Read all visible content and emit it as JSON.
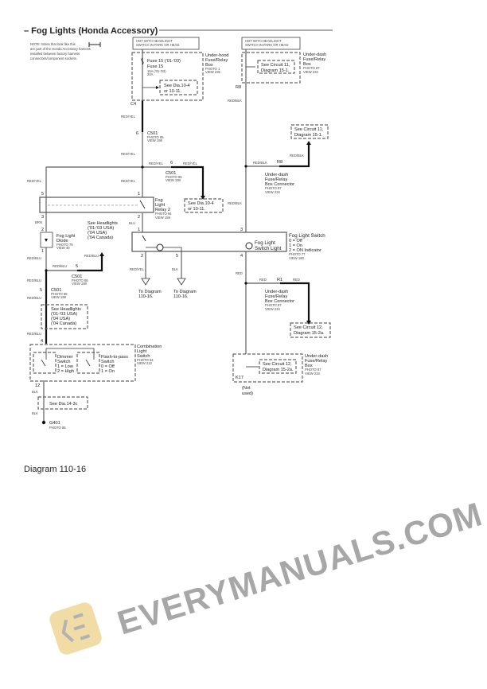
{
  "title": "– Fog Lights (Honda Accessory)",
  "note": [
    "NOTE: Wires that look like this",
    "are part of the Honda Accessory harness",
    "installed between factory harness",
    "connectors/component sockets."
  ],
  "hot_left": [
    "HOT WITH HEADLIGHT",
    "SWITCH IN PARK OR HEAD"
  ],
  "hot_right": [
    "HOT WITH HEADLIGHT",
    "SWITCH IN PARK OR HEAD"
  ],
  "underhood_box": [
    "Under-hood",
    "Fuse/Relay",
    "Box",
    "PHOTO 1",
    "VIEW 235"
  ],
  "fuse": [
    "Fuse 15 ('01-'03)",
    "Fuse 15",
    "15A ('01-'03)",
    "20A"
  ],
  "see_dia_10_4": [
    "See Dia.10-4",
    "or 10-11."
  ],
  "underdash_box_top": [
    "Under-dash",
    "Fuse/Relay",
    "Box",
    "PHOTO 87",
    "VIEW 234"
  ],
  "see_circuit_11": [
    "See Circuit 11,",
    "Diagram 15-1."
  ],
  "connectors": {
    "c4": "C4",
    "r8": "R8",
    "c501": "C501",
    "photo85": "PHOTO 85",
    "view198": "VIEW 198",
    "r1": "R1",
    "k17": "K17",
    "g401": "G401",
    "photo85b": "PHOTO 85"
  },
  "wire_colors": {
    "red_yel": "RED/YEL",
    "red_blk": "RED/BLK",
    "brn": "BRN",
    "blu": "BLU",
    "red_blu": "RED/BLU",
    "blk": "BLK",
    "red": "RED"
  },
  "pins": {
    "p1": "1",
    "p2": "2",
    "p3": "3",
    "p4": "4",
    "p5": "5",
    "p6": "6",
    "p12": "12"
  },
  "relay": [
    "Fog",
    "Light",
    "Relay 2",
    "PHOTO 84",
    "VIEW 159"
  ],
  "underdash_connector": [
    "Under-dash",
    "Fuse/Relay",
    "Box Connector",
    "PHOTO 87",
    "VIEW 234"
  ],
  "see_headlights": [
    "See Headlights",
    "('01-'03 USA)",
    "('04 USA)",
    "('04 Canada)"
  ],
  "diode": [
    "Fog Light",
    "Diode",
    "PHOTO 79",
    "VIEW 40"
  ],
  "fog_switch": [
    "Fog Light Switch",
    "0 = Off",
    "1 = On",
    "2 = ON Indicator",
    "PHOTO 77",
    "VIEW 160"
  ],
  "switch_light": [
    "Fog Light",
    "Switch Light"
  ],
  "to_diagram": [
    "To Diagram",
    "110-16."
  ],
  "see_circuit_12": [
    "See Circuit 12,",
    "Diagram 15-2a."
  ],
  "not_used": [
    "(Not",
    "used)"
  ],
  "combo_switch": [
    "Combination",
    "Light",
    "Switch",
    "PHOTO 54",
    "VIEW 212"
  ],
  "dimmer": [
    "Dimmer",
    "Switch",
    "1 = Low",
    "2 = High"
  ],
  "flash": [
    "Flash-to-pass",
    "Switch",
    "0 = Off",
    "1 = On"
  ],
  "see_dia_14_3c": "See Dia.14-3c",
  "watermark": "EVERYMANUALS.COM",
  "footer": "Diagram 110-16"
}
